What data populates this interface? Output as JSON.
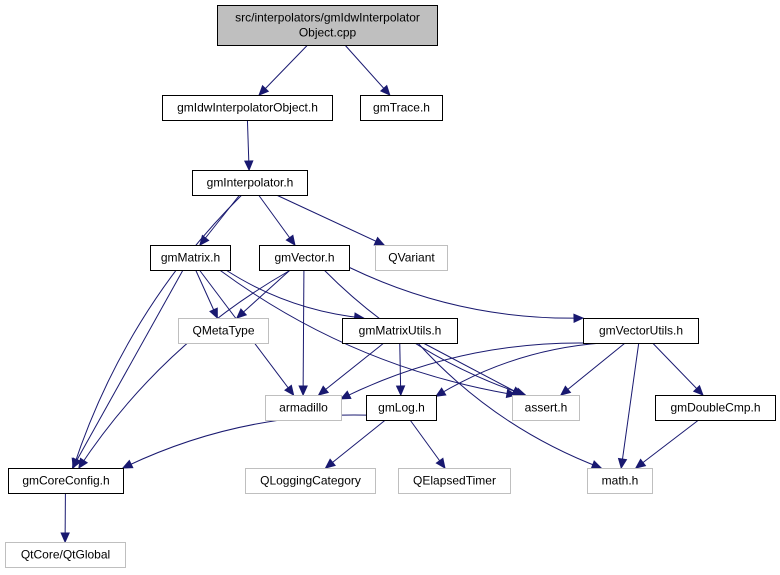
{
  "nodes": [
    {
      "id": "root",
      "kind": "root",
      "lines": [
        "src/interpolators/gmIdwInterpolator",
        "Object.cpp"
      ]
    },
    {
      "id": "idw",
      "kind": "main",
      "lines": [
        "gmIdwInterpolatorObject.h"
      ]
    },
    {
      "id": "trace",
      "kind": "main",
      "lines": [
        "gmTrace.h"
      ]
    },
    {
      "id": "interp",
      "kind": "main",
      "lines": [
        "gmInterpolator.h"
      ]
    },
    {
      "id": "matrix",
      "kind": "main",
      "lines": [
        "gmMatrix.h"
      ]
    },
    {
      "id": "vector",
      "kind": "main",
      "lines": [
        "gmVector.h"
      ]
    },
    {
      "id": "qvariant",
      "kind": "ext",
      "lines": [
        "QVariant"
      ]
    },
    {
      "id": "qmetatype",
      "kind": "ext",
      "lines": [
        "QMetaType"
      ]
    },
    {
      "id": "matrixutils",
      "kind": "main",
      "lines": [
        "gmMatrixUtils.h"
      ]
    },
    {
      "id": "vectorutils",
      "kind": "main",
      "lines": [
        "gmVectorUtils.h"
      ]
    },
    {
      "id": "armadillo",
      "kind": "ext",
      "lines": [
        "armadillo"
      ]
    },
    {
      "id": "gmlog",
      "kind": "main",
      "lines": [
        "gmLog.h"
      ]
    },
    {
      "id": "assert",
      "kind": "ext",
      "lines": [
        "assert.h"
      ]
    },
    {
      "id": "doublecmp",
      "kind": "main",
      "lines": [
        "gmDoubleCmp.h"
      ]
    },
    {
      "id": "coreconfig",
      "kind": "main",
      "lines": [
        "gmCoreConfig.h"
      ]
    },
    {
      "id": "qlogcat",
      "kind": "ext",
      "lines": [
        "QLoggingCategory"
      ]
    },
    {
      "id": "qelapsed",
      "kind": "ext",
      "lines": [
        "QElapsedTimer"
      ]
    },
    {
      "id": "math",
      "kind": "ext",
      "lines": [
        "math.h"
      ]
    },
    {
      "id": "qtglobal",
      "kind": "ext",
      "lines": [
        "QtCore/QtGlobal"
      ]
    }
  ],
  "edges": [
    [
      "root",
      "idw"
    ],
    [
      "root",
      "trace"
    ],
    [
      "idw",
      "interp"
    ],
    [
      "interp",
      "matrix"
    ],
    [
      "interp",
      "vector"
    ],
    [
      "interp",
      "qvariant"
    ],
    [
      "interp",
      "coreconfig"
    ],
    [
      "matrix",
      "qmetatype"
    ],
    [
      "matrix",
      "matrixutils"
    ],
    [
      "matrix",
      "armadillo"
    ],
    [
      "matrix",
      "assert"
    ],
    [
      "matrix",
      "coreconfig"
    ],
    [
      "vector",
      "qmetatype"
    ],
    [
      "vector",
      "vectorutils"
    ],
    [
      "vector",
      "armadillo"
    ],
    [
      "vector",
      "assert"
    ],
    [
      "vector",
      "coreconfig"
    ],
    [
      "matrixutils",
      "armadillo"
    ],
    [
      "matrixutils",
      "gmlog"
    ],
    [
      "matrixutils",
      "assert"
    ],
    [
      "matrixutils",
      "math"
    ],
    [
      "vectorutils",
      "armadillo"
    ],
    [
      "vectorutils",
      "gmlog"
    ],
    [
      "vectorutils",
      "assert"
    ],
    [
      "vectorutils",
      "math"
    ],
    [
      "vectorutils",
      "doublecmp"
    ],
    [
      "gmlog",
      "coreconfig"
    ],
    [
      "gmlog",
      "qlogcat"
    ],
    [
      "gmlog",
      "qelapsed"
    ],
    [
      "doublecmp",
      "math"
    ],
    [
      "coreconfig",
      "qtglobal"
    ]
  ],
  "colors": {
    "edge": "#191970",
    "root_fill": "#bfbfbf",
    "node_border": "#000000",
    "external_border": "#bfbfbf"
  }
}
